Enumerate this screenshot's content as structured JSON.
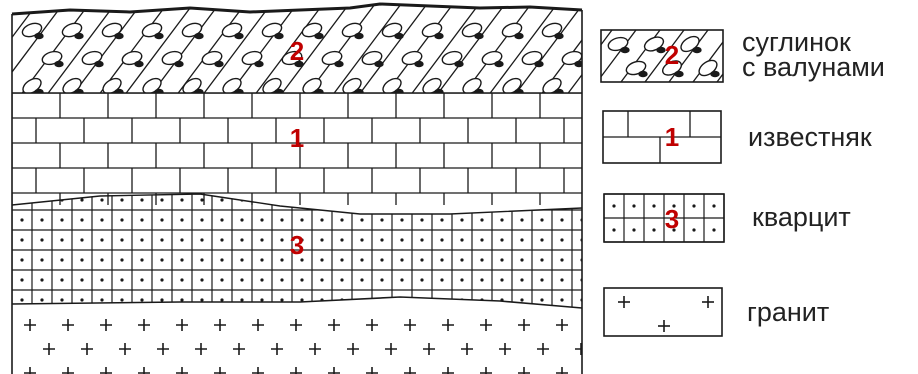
{
  "section_numbers": {
    "loam": "2",
    "limestone": "1",
    "quartzite": "3"
  },
  "legend": [
    {
      "number": "2",
      "lines": [
        "суглинок",
        "с валунами"
      ]
    },
    {
      "number": "1",
      "lines": [
        "известняк"
      ]
    },
    {
      "number": "3",
      "lines": [
        "кварцит"
      ]
    },
    {
      "number": "",
      "lines": [
        "гранит"
      ]
    }
  ],
  "colors": {
    "line": "#1a1a1a",
    "numbers": "#c00000",
    "text": "#222222",
    "background": "#ffffff"
  }
}
